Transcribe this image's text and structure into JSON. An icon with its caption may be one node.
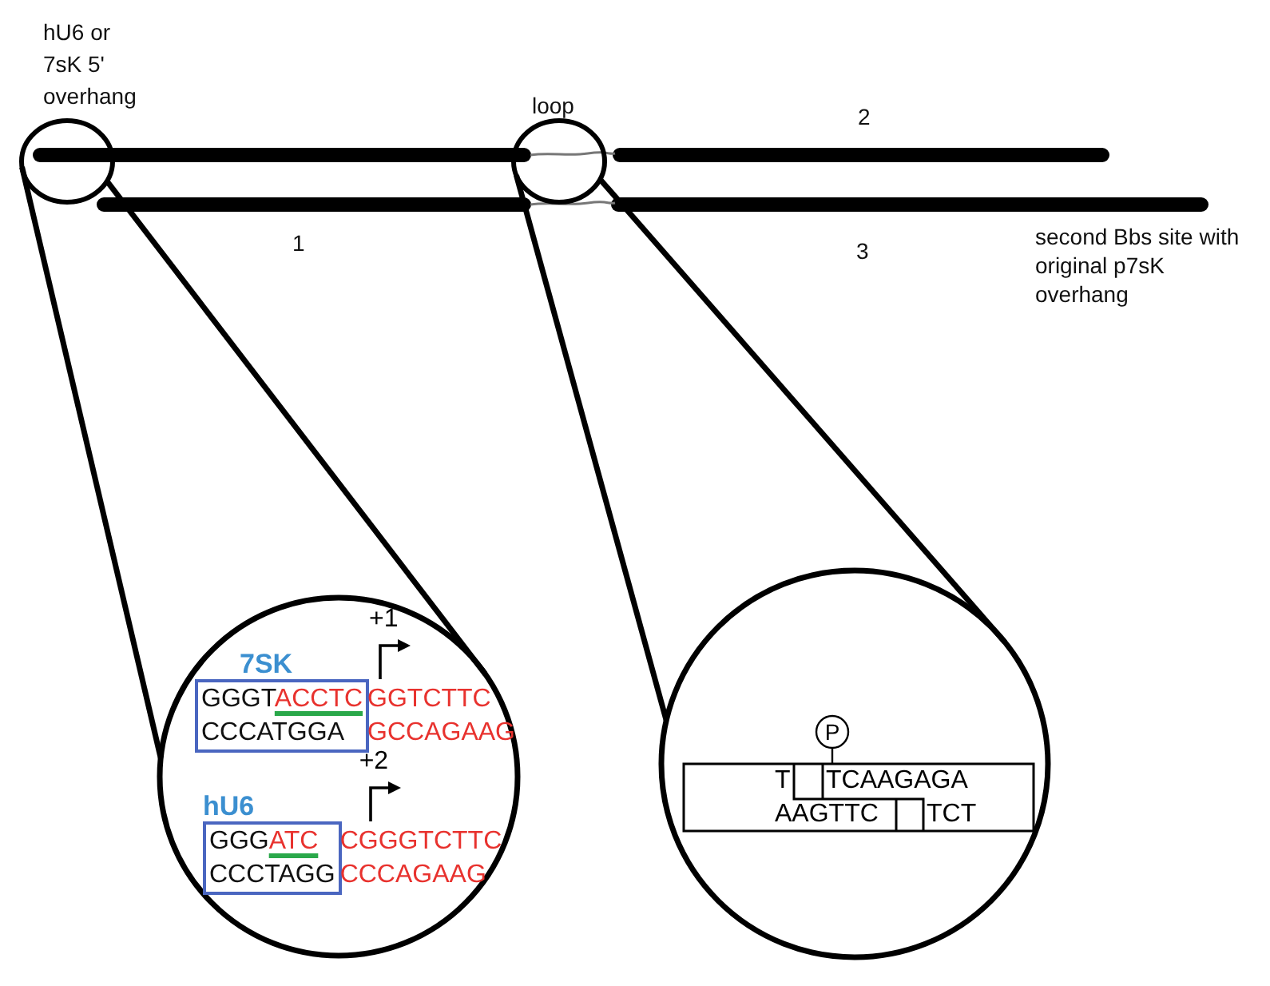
{
  "diagram": {
    "nodes": [
      {
        "text": [
          "hU6 or 7sK 5' overhang"
        ]
      },
      {
        "text": [
          "loop"
        ]
      },
      {
        "text": [],
        "shape": "circle"
      },
      {
        "text": [
          "7SK",
          "GGGT",
          "ACCTC",
          "CCCATGGA"
        ],
        "in": 2,
        "beside": [
          "+1",
          "GGTCTTC",
          "GCCAGAAG"
        ]
      },
      {
        "text": [
          "hU6",
          "GGG",
          "ATC",
          "CCCTAGG"
        ],
        "in": 2,
        "beside": [
          "+2",
          "CGGGTCTTC",
          "CCCAGAAG"
        ]
      },
      {
        "text": [],
        "shape": "circle"
      },
      {
        "text": [
          "T",
          "TCAAGAGA",
          "AAGTTC",
          "TCT"
        ],
        "in": 5
      },
      {
        "text": [
          "P"
        ],
        "in": 5
      }
    ],
    "edges": [
      {
        "from": 0,
        "to": 2,
        "arrow": "none"
      },
      {
        "from": 0,
        "to": 2,
        "arrow": "none"
      },
      {
        "from": 1,
        "to": 5,
        "arrow": "none"
      },
      {
        "from": 1,
        "to": 5,
        "arrow": "none"
      },
      {
        "from": 7,
        "to": 6,
        "arrow": "none"
      }
    ],
    "labels": [
      "2",
      "1",
      "3",
      "second Bbs site with original p7sK overhang"
    ]
  }
}
